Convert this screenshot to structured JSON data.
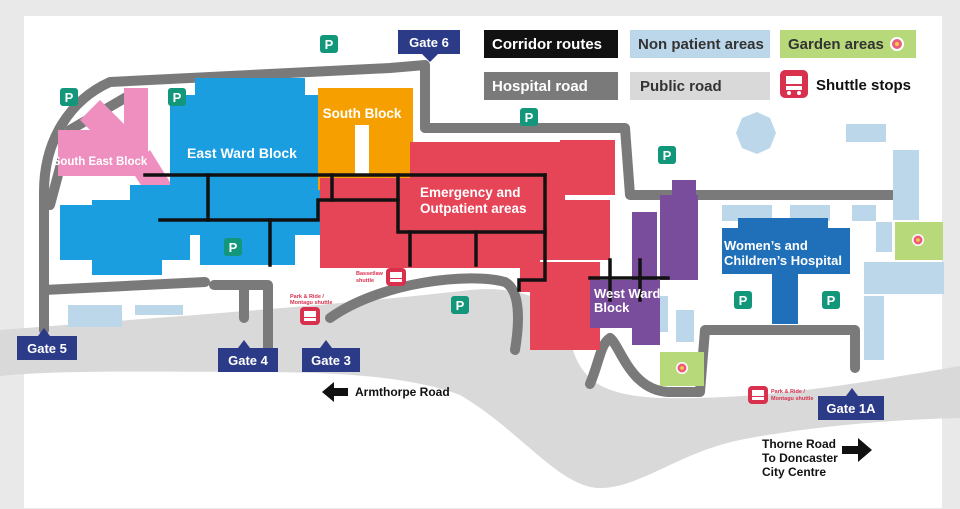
{
  "buildings": {
    "south_east_block": "South East Block",
    "east_ward_block": "East Ward Block",
    "south_block": "South Block",
    "emergency_line1": "Emergency and",
    "emergency_line2": "Outpatient areas",
    "west_ward_line1": "West Ward",
    "west_ward_line2": "Block",
    "womens_line1": "Women’s and",
    "womens_line2": "Children’s Hospital"
  },
  "gates": {
    "gate6": "Gate 6",
    "gate5": "Gate 5",
    "gate4": "Gate 4",
    "gate3": "Gate 3",
    "gate1a": "Gate 1A"
  },
  "parking_label": "P",
  "roads": {
    "armthorpe": "Armthorpe Road",
    "thorne_line1": "Thorne Road",
    "thorne_line2": "To Doncaster",
    "thorne_line3": "City Centre"
  },
  "shuttle_signs": {
    "park_ride_line1": "Park & Ride /",
    "park_ride_line2": "Montagu shuttle",
    "bassetlaw_line1": "Bassetlaw",
    "bassetlaw_line2": "shuttle"
  },
  "legend": {
    "corridor": "Corridor routes",
    "non_patient": "Non patient areas",
    "garden": "Garden areas",
    "hospital_road": "Hospital road",
    "public_road": "Public road",
    "shuttle": "Shuttle stops"
  },
  "colors": {
    "background": "#e9e9ea",
    "site": "#ffffff",
    "pink": "#ee8fbf",
    "blue": "#1b9ee0",
    "orange": "#f5a000",
    "red": "#e64457",
    "purple": "#7a4c9c",
    "dark_blue": "#1f6fb9",
    "light_blue": "#bcd7ea",
    "green_parking": "#13977b",
    "garden": "#b8d97a",
    "hospital_road": "#7a7a7a",
    "public_road": "#d9d9d9",
    "gate": "#2c3b87",
    "shuttle": "#d8304d",
    "corridor": "#111111"
  },
  "icons": [
    "parking-icon",
    "bus-icon",
    "flower-icon",
    "arrow-left-icon",
    "arrow-right-icon"
  ]
}
